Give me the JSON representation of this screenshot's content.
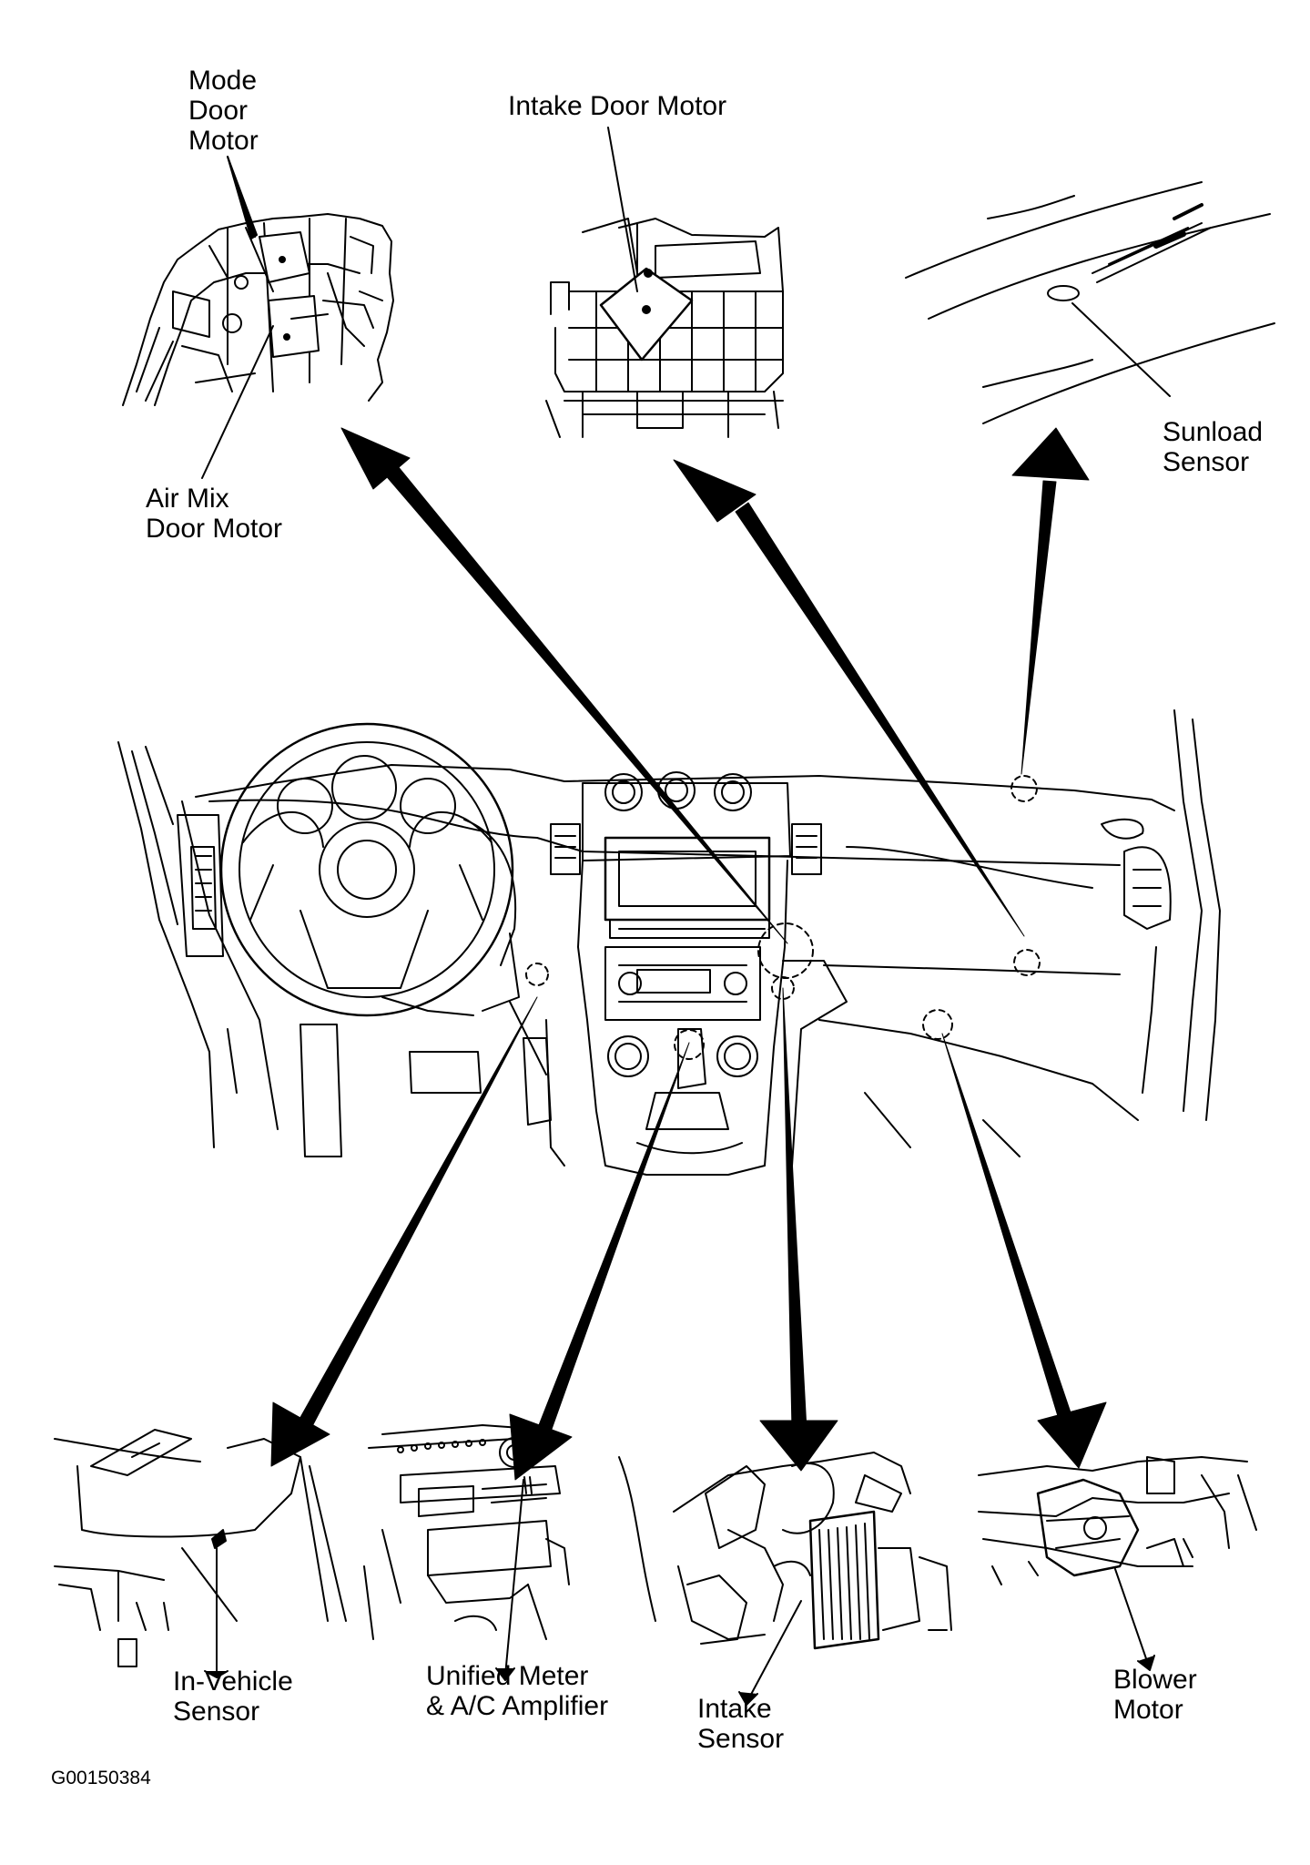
{
  "labels": {
    "mode_door_motor": "Mode\nDoor\nMotor",
    "intake_door_motor": "Intake Door Motor",
    "sunload_sensor": "Sunload\nSensor",
    "air_mix_door_motor": "Air Mix\nDoor Motor",
    "in_vehicle_sensor": "In-Vehicle\nSensor",
    "unified_meter": "Unified Meter\n& A/C Amplifier",
    "intake_sensor": "Intake\nSensor",
    "blower_motor": "Blower\nMotor",
    "figure_code": "G00150384"
  },
  "colors": {
    "ink": "#000000",
    "paper": "#ffffff"
  }
}
